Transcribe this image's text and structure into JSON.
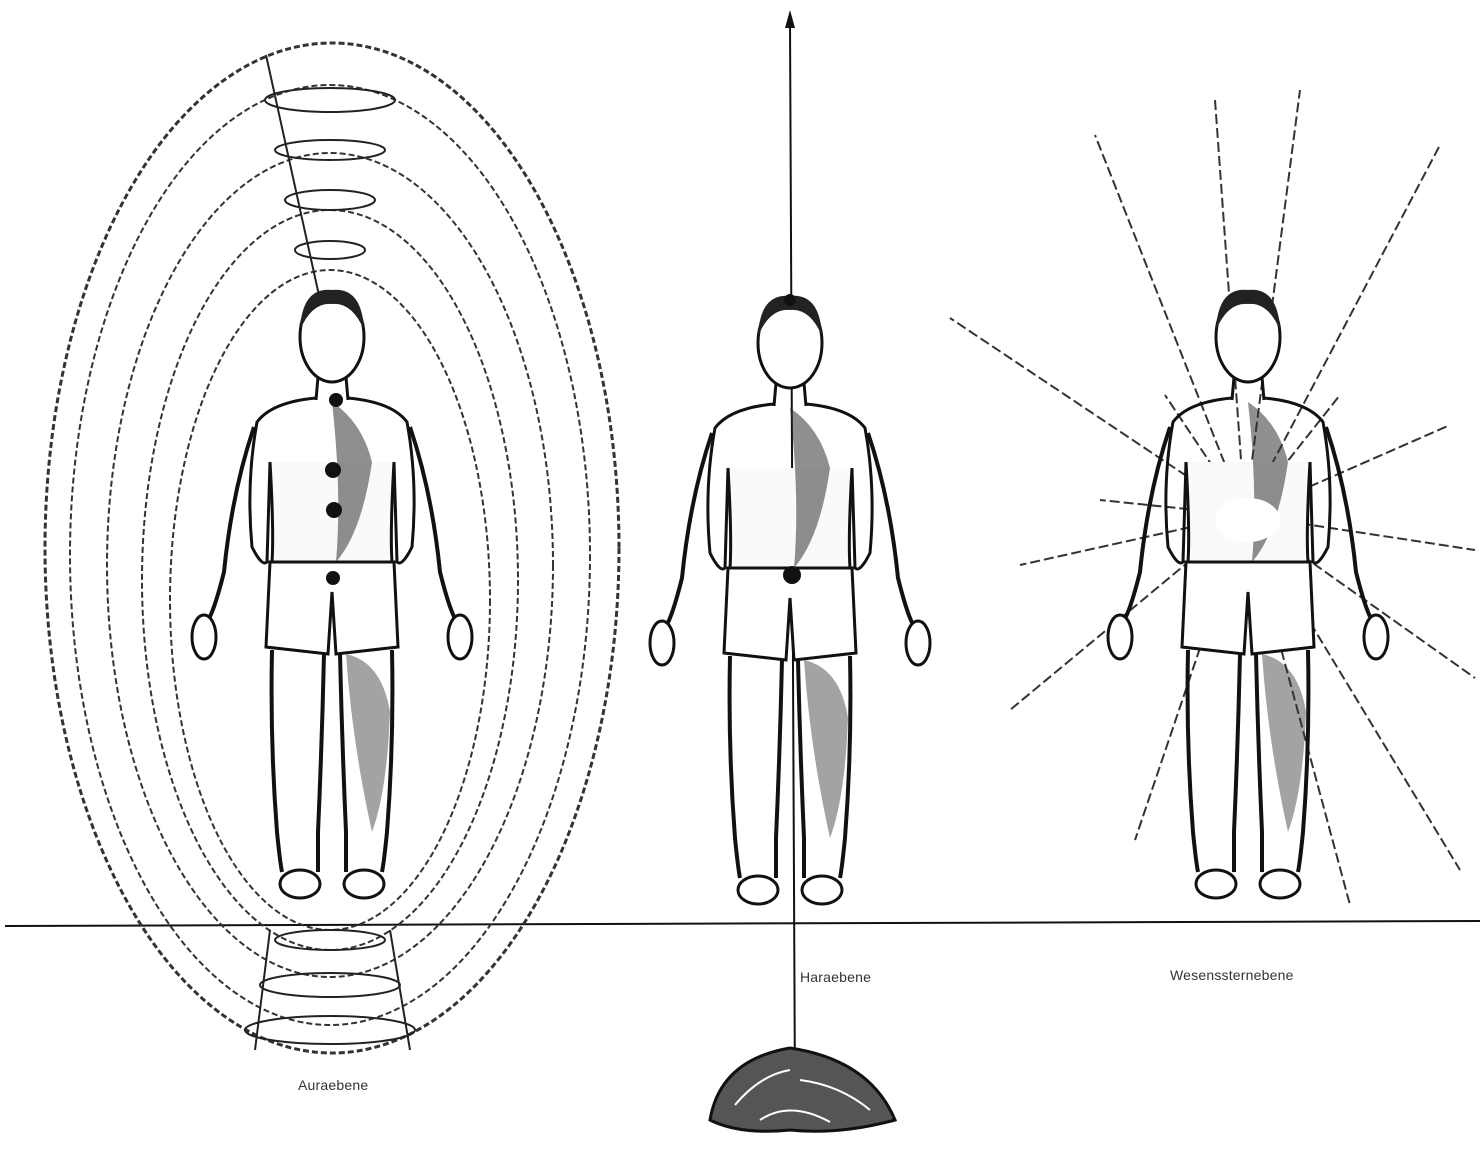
{
  "labels": {
    "aura": "Auraebene",
    "hara": "Haraebene",
    "core": "Wesenssternebene"
  },
  "colors": {
    "ink": "#111111",
    "paper": "#ffffff"
  },
  "icons": [
    "human-figure-icon",
    "upward-arrow-icon",
    "earth-mound-icon",
    "star-burst-icon"
  ]
}
